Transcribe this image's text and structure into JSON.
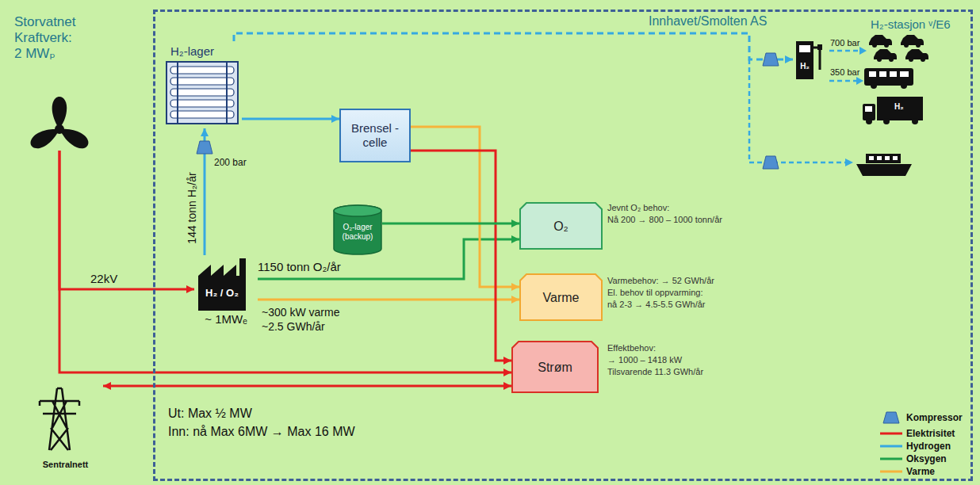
{
  "diagram": {
    "nodes": [
      {
        "text": [
          "Storvatnet Kraftverk: 2 MWₚ"
        ]
      },
      {
        "text": [
          "Innhavet/Smolten AS"
        ]
      },
      {
        "text": [
          "H₂-lager"
        ],
        "in": 1
      },
      {
        "text": [
          "Brensel -celle"
        ],
        "in": 1
      },
      {
        "text": [
          "O₂-lager (backup)"
        ],
        "in": 1
      },
      {
        "text": [
          "O₂"
        ],
        "in": 1
      },
      {
        "text": [
          "Varme"
        ],
        "in": 1
      },
      {
        "text": [
          "Strøm"
        ],
        "in": 1
      },
      {
        "text": [
          "H₂ / O₂",
          "~ 1MWₑ"
        ],
        "in": 1
      },
      {
        "text": [
          "H₂"
        ],
        "in": 1
      },
      {
        "text": [
          "Sentralnett"
        ]
      }
    ],
    "edges": [
      {
        "from": 0,
        "to": 8,
        "arrow": "to",
        "label": "22kV"
      },
      {
        "from": 0,
        "to": 7,
        "arrow": "to"
      },
      {
        "from": 7,
        "to": 10,
        "arrow": "both"
      },
      {
        "from": 8,
        "to": 2,
        "arrow": "to",
        "label": "144 tonn H₂/år"
      },
      {
        "from": 8,
        "to": 5,
        "arrow": "to",
        "label": "1150 tonn O₂/år"
      },
      {
        "from": 8,
        "to": 6,
        "arrow": "to"
      },
      {
        "from": 2,
        "to": 3,
        "arrow": "to"
      },
      {
        "from": 3,
        "to": 6,
        "arrow": "to"
      },
      {
        "from": 3,
        "to": 7,
        "arrow": "to"
      },
      {
        "from": 4,
        "to": 5,
        "arrow": "to"
      },
      {
        "from": 2,
        "to": 9,
        "arrow": "to"
      }
    ],
    "labels": [
      "H₂-stasjon ᵛ/E6",
      "200 bar",
      "Jevnt O₂ behov:",
      "Nå 200 → 800 – 1000 tonn/år",
      "Varmebehov: → 52 GWh/år",
      "El. behov til oppvarming:",
      "nå 2-3 → 4.5-5.5 GWh/år",
      "Effektbehov:",
      "→ 1000 – 1418 kW",
      "Tilsvarende 11.3 GWh/år",
      "~300 kW varme",
      "~2.5 GWh/år",
      "Ut: Max ½ MW",
      "Inn: nå Max 6MW → Max 16 MW",
      "700 bar",
      "350 bar",
      "H₂"
    ],
    "legend": [
      {
        "text": "Kompressor"
      },
      {
        "text": "Elektrisitet"
      },
      {
        "text": "Hydrogen"
      },
      {
        "text": "Oksygen"
      },
      {
        "text": "Varme"
      }
    ]
  }
}
